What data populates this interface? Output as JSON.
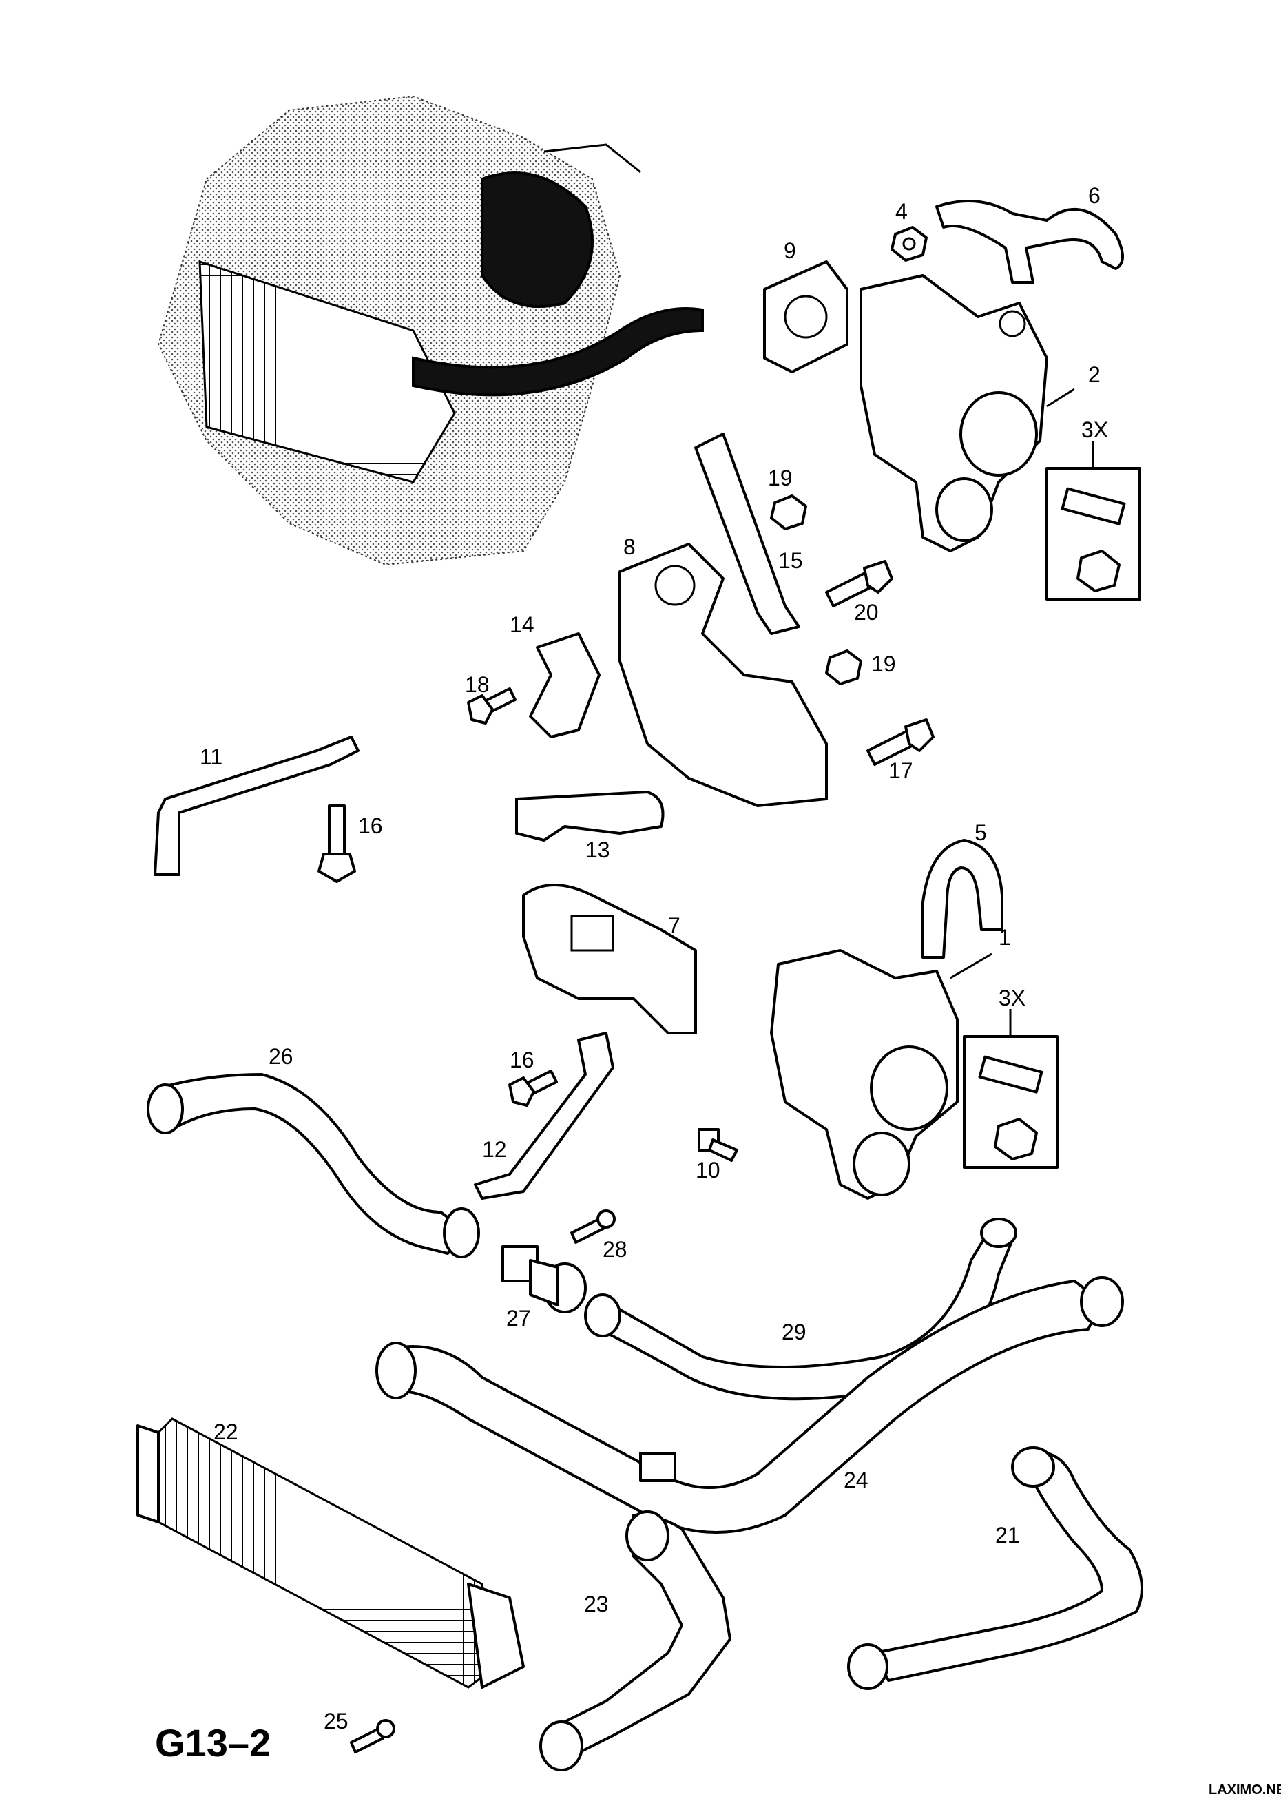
{
  "diagram": {
    "code": "G13–2",
    "watermark": "LAXIMO.NET",
    "callouts": [
      "1",
      "2",
      "3X",
      "3X",
      "4",
      "5",
      "6",
      "7",
      "8",
      "9",
      "10",
      "11",
      "12",
      "13",
      "14",
      "15",
      "16",
      "16",
      "17",
      "18",
      "19",
      "19",
      "20",
      "21",
      "22",
      "23",
      "24",
      "25",
      "26",
      "27",
      "28",
      "29"
    ]
  }
}
